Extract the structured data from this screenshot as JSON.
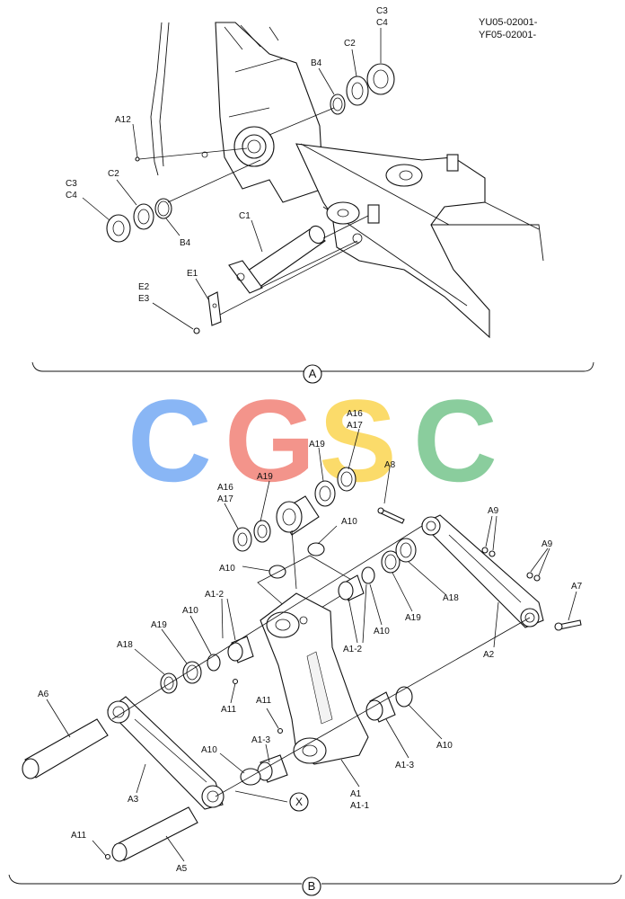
{
  "serial": [
    "YU05-02001-",
    "YF05-02001-"
  ],
  "section_a": {
    "marker": "A",
    "labels": [
      "C3",
      "C4",
      "C2",
      "B4",
      "A12",
      "C3",
      "C4",
      "C2",
      "B4",
      "C1",
      "E1",
      "E2",
      "E3"
    ]
  },
  "section_b": {
    "marker": "B",
    "detail_marker": "X",
    "labels": [
      "A16",
      "A17",
      "A19",
      "A19",
      "A16",
      "A17",
      "A8",
      "A10",
      "A10",
      "A9",
      "A9",
      "A7",
      "A1-2",
      "A10",
      "A19",
      "A18",
      "A1-2",
      "A10",
      "A19",
      "A18",
      "A2",
      "A6",
      "A11",
      "A11",
      "A10",
      "A10",
      "A1-3",
      "A1-3",
      "A3",
      "A1",
      "A1-1",
      "A11",
      "A5"
    ]
  },
  "watermark": {
    "letters": [
      "C",
      "G",
      "S",
      "C"
    ],
    "colors": [
      "#7fb0f5",
      "#f28b82",
      "#fbd85e",
      "#81c995"
    ]
  }
}
